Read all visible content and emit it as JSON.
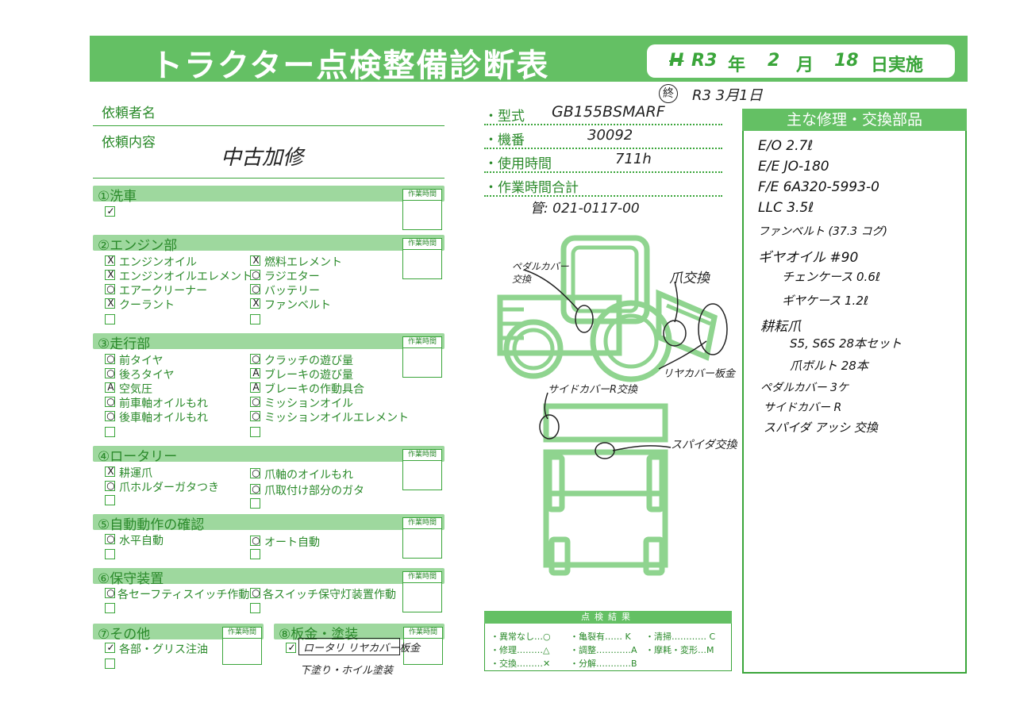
{
  "header": {
    "title": "トラクター点検整備診断表",
    "era_struck": "H",
    "year_hw": "R3",
    "year_label": "年",
    "month_hw": "2",
    "month_label": "月",
    "day_hw": "18",
    "day_label": "日実施"
  },
  "completed_note": {
    "stamp": "終",
    "text": "R3 3月1日"
  },
  "requester": {
    "name_label": "依頼者名",
    "content_label": "依頼内容",
    "content_value": "中古加修"
  },
  "right_fields": [
    {
      "label": "・型式",
      "value": "GB155BSMARF"
    },
    {
      "label": "・機番",
      "value": "30092"
    },
    {
      "label": "・使用時間",
      "value": "711h"
    },
    {
      "label": "・作業時間合計",
      "value": ""
    }
  ],
  "management_no": "管: 021-0117-00",
  "work_time_label": "作業時間",
  "sections": {
    "s1": {
      "title": "①洗車",
      "items": [
        {
          "mark": "✓",
          "label": ""
        }
      ]
    },
    "s2": {
      "title": "②エンジン部",
      "items": [
        {
          "mark": "X",
          "label": "エンジンオイル"
        },
        {
          "mark": "X",
          "label": "燃料エレメント"
        },
        {
          "mark": "X",
          "label": "エンジンオイルエレメント"
        },
        {
          "mark": "○",
          "label": "ラジエター"
        },
        {
          "mark": "○",
          "label": "エアークリーナー"
        },
        {
          "mark": "○",
          "label": "バッテリー"
        },
        {
          "mark": "X",
          "label": "クーラント"
        },
        {
          "mark": "X",
          "label": "ファンベルト"
        }
      ]
    },
    "s3": {
      "title": "③走行部",
      "items": [
        {
          "mark": "○",
          "label": "前タイヤ"
        },
        {
          "mark": "○",
          "label": "クラッチの遊び量"
        },
        {
          "mark": "○",
          "label": "後ろタイヤ"
        },
        {
          "mark": "A",
          "label": "ブレーキの遊び量"
        },
        {
          "mark": "A",
          "label": "空気圧"
        },
        {
          "mark": "A",
          "label": "ブレーキの作動具合"
        },
        {
          "mark": "○",
          "label": "前車軸オイルもれ"
        },
        {
          "mark": "○",
          "label": "ミッションオイル"
        },
        {
          "mark": "○",
          "label": "後車軸オイルもれ"
        },
        {
          "mark": "○",
          "label": "ミッションオイルエレメント"
        }
      ]
    },
    "s4": {
      "title": "④ロータリー",
      "items": [
        {
          "mark": "X",
          "label": "耕運爪"
        },
        {
          "mark": "○",
          "label": "爪軸のオイルもれ"
        },
        {
          "mark": "○",
          "label": "爪ホルダーガタつき"
        },
        {
          "mark": "○",
          "label": "爪取付け部分のガタ"
        }
      ]
    },
    "s5": {
      "title": "⑤自動動作の確認",
      "items": [
        {
          "mark": "○",
          "label": "水平自動"
        },
        {
          "mark": "○",
          "label": "オート自動"
        }
      ]
    },
    "s6": {
      "title": "⑥保守装置",
      "items": [
        {
          "mark": "○",
          "label": "各セーフティスイッチ作動"
        },
        {
          "mark": "○",
          "label": "各スイッチ保守灯装置作動"
        }
      ]
    },
    "s7": {
      "title": "⑦その他",
      "items": [
        {
          "mark": "✓",
          "label": "各部・グリス注油"
        }
      ]
    },
    "s8": {
      "title": "⑧板金・塗装",
      "items": [
        {
          "mark": "✓",
          "label": "ロータリ リヤカバー板金"
        }
      ],
      "note": "下塗り・ホイル塗装"
    }
  },
  "diagram_notes": {
    "pedal_cover": "ペダルカバー交換",
    "claw": "爪交換",
    "rear_cover": "リヤカバー板金",
    "side_cover": "サイドカバーR交換",
    "spider": "スパイダ交換"
  },
  "parts": {
    "title": "主な修理・交換部品",
    "items": [
      "E/O 2.7ℓ",
      "E/E JO-180",
      "F/E 6A320-5993-0",
      "LLC 3.5ℓ",
      "ファンベルト (37.3 コグ)",
      "ギヤオイル #90",
      "チェンケース 0.6ℓ",
      "ギヤケース 1.2ℓ",
      "耕耘爪",
      "S5, S6S 28本セット",
      "爪ボルト 28本",
      "ペダルカバー 3ケ",
      "サイドカバー R",
      "スパイダ アッシ 交換"
    ]
  },
  "legend": {
    "title": "点検結果",
    "items": [
      "・異常なし…○",
      "・亀裂有…… K",
      "・清掃………… C",
      "・修理………△",
      "・調整…………A",
      "・摩耗・変形…M",
      "・交換………✕",
      "・分解…………B"
    ]
  }
}
